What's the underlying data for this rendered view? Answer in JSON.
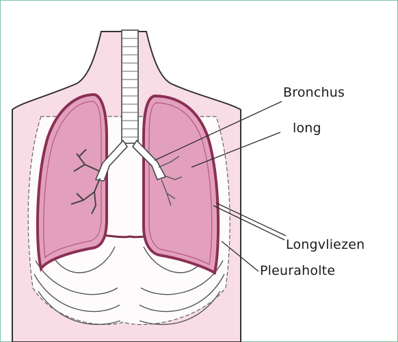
{
  "labels": {
    "bronchus": "Bronchus",
    "long": "long",
    "longvliezen": "Longvliezen",
    "pleuraholte": "Pleuraholte"
  },
  "colors": {
    "body_fill": "#f8dde7",
    "lung_fill": "#e2a0bd",
    "lung_outline": "#8b2f54",
    "line": "#2b2b2b",
    "frame": "#7fc3a6"
  }
}
